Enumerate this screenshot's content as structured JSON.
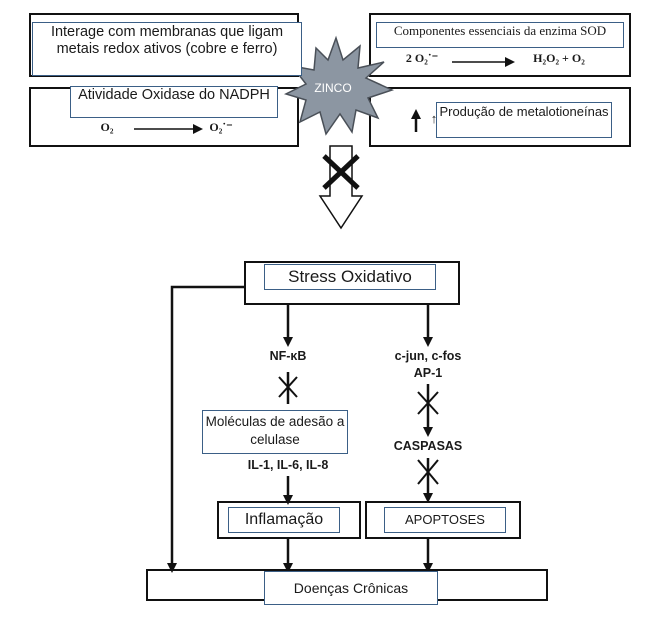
{
  "top": {
    "membrane_label": "Interage com membranas que ligam metais redox ativos (cobre e ferro)",
    "sod_label": "Componentes essenciais da enzima SOD",
    "sod_reaction_left": "2 O₂˙⁻",
    "sod_reaction_right": "H₂O₂ + O₂",
    "nadph_label": "Atividade Oxidase do NADPH",
    "nadph_reaction_left": "O₂",
    "nadph_reaction_right": "O₂˙⁻",
    "metallothionein_label": "Produção de metalotioneínas",
    "metallothionein_partial": "↑ ",
    "zinc_label": "ZINCO"
  },
  "main": {
    "stress_label": "Stress Oxidativo",
    "nfkb_label": "NF-κB",
    "cjun_label": "c-jun, c-fos",
    "ap1_label": "AP-1",
    "adhesion_label": "Moléculas de adesão a celulase",
    "interleukins_label": "IL-1, IL-6, IL-8",
    "caspases_label": "CASPASAS",
    "inflammation_label": "Inflamação",
    "apoptosis_label": "APOPTOSES",
    "chronic_label": "Doenças Crônicas"
  }
}
